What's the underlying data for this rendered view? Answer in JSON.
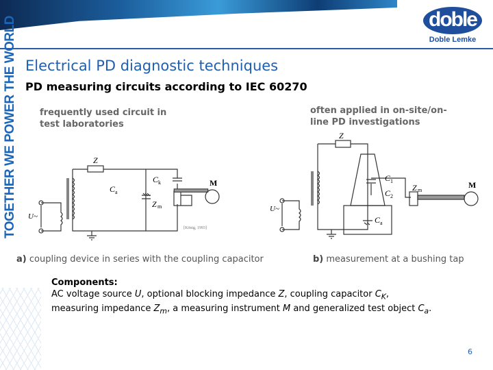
{
  "logo": {
    "brand": "doble",
    "sub": "Doble Lemke"
  },
  "tagline": "TOGETHER WE POWER THE WORLD",
  "title": "Electrical PD diagnostic techniques",
  "subtitle": "PD measuring circuits according to IEC 60270",
  "left": {
    "heading_1": "frequently used circuit in",
    "heading_2": "test laboratories",
    "caption_letter": "a)",
    "caption": "coupling device in series with the coupling capacitor",
    "citation": "[König, 1993]",
    "labels": {
      "Z": "Z",
      "C": "C",
      "k": "k",
      "a": "a",
      "Zm": "Z",
      "m": "m",
      "M": "M",
      "U": "U~"
    }
  },
  "right": {
    "heading_1": "often applied in on-site/on-",
    "heading_2": "line PD investigations",
    "caption_letter": "b)",
    "caption": "measurement at a bushing tap",
    "labels": {
      "Z": "Z",
      "C1": "C",
      "one": "1",
      "C2": "C",
      "two": "2",
      "Ca": "C",
      "a": "a",
      "Zm": "Z",
      "m": "m",
      "M": "M",
      "U": "U~"
    }
  },
  "components": {
    "heading": "Components:",
    "t1": "AC voltage source ",
    "U": "U",
    "t2": ", optional blocking impedance ",
    "Z": "Z",
    "t3": ", coupling capacitor ",
    "C": "C",
    "K": "K",
    "t4": ",",
    "t5": "measuring impedance ",
    "Zm": "Z",
    "m": "m",
    "t6": ", a measuring instrument ",
    "M": "M",
    "t7": " and generalized test object ",
    "Ca": "C",
    "a": "a",
    "t8": "."
  },
  "page_number": "6",
  "colors": {
    "accent": "#1f5fb0",
    "brand": "#1f4e9c"
  }
}
